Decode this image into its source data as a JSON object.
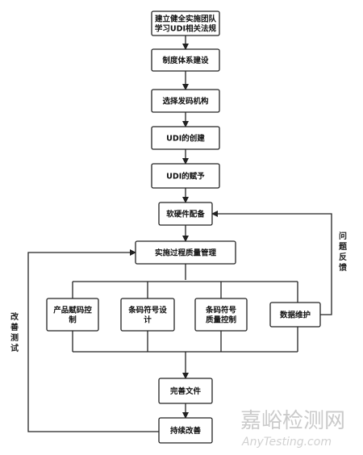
{
  "diagram": {
    "nodes": [
      {
        "id": "team",
        "lines": [
          "建立健全实施团队",
          "学习UDI相关法规"
        ]
      },
      {
        "id": "system",
        "lines": [
          "制度体系建设"
        ]
      },
      {
        "id": "agency",
        "lines": [
          "选择发码机构"
        ]
      },
      {
        "id": "create",
        "lines": [
          "UDI的创建"
        ]
      },
      {
        "id": "assign",
        "lines": [
          "UDI的赋予"
        ]
      },
      {
        "id": "software",
        "lines": [
          "软硬件配备"
        ]
      },
      {
        "id": "quality",
        "lines": [
          "实施过程质量管理"
        ]
      },
      {
        "id": "product_code",
        "lines": [
          "产品赋码控",
          "制"
        ]
      },
      {
        "id": "barcode_design",
        "lines": [
          "条码符号设",
          "计"
        ]
      },
      {
        "id": "barcode_quality",
        "lines": [
          "条码符号",
          "质量控制"
        ]
      },
      {
        "id": "data",
        "lines": [
          "数据维护"
        ]
      },
      {
        "id": "docs",
        "lines": [
          "完善文件"
        ]
      },
      {
        "id": "improve",
        "lines": [
          "持续改善"
        ]
      }
    ],
    "side_labels": {
      "feedback": "问题反馈",
      "improve_test": "改善测试"
    }
  },
  "watermark": {
    "cn": "嘉峪检测网",
    "en": "AnyTesting.com"
  }
}
